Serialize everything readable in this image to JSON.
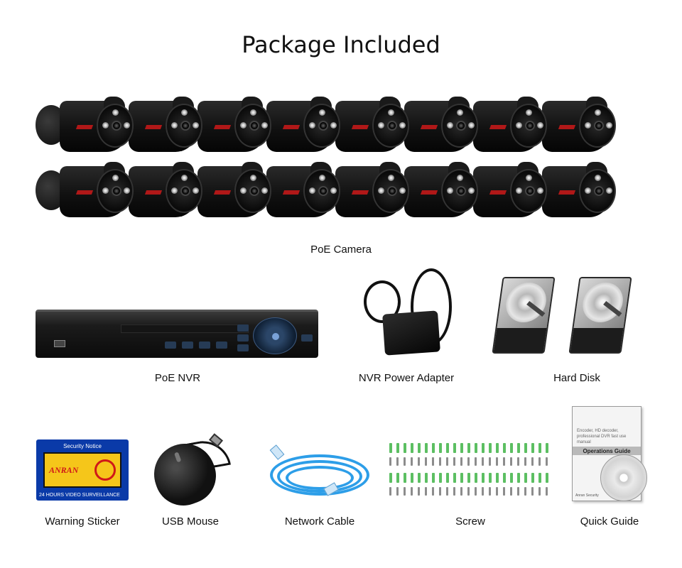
{
  "title": "Package Included",
  "items": {
    "poe_camera": "PoE Camera",
    "poe_nvr": "PoE NVR",
    "nvr_power_adapter": "NVR Power Adapter",
    "hard_disk": "Hard Disk",
    "warning_sticker": "Warning Sticker",
    "usb_mouse": "USB Mouse",
    "network_cable": "Network Cable",
    "screw": "Screw",
    "quick_guide": "Quick Guide"
  },
  "sticker": {
    "notice": "Security Notice",
    "brand": "ANRAN",
    "footer": "24 HOURS VIDEO SURVEILLANCE"
  },
  "guide": {
    "text": "Encoder, HD decoder, professional DVR fast use manual",
    "bar": "Operations Guide",
    "footer": "Anran Security"
  },
  "counts": {
    "cameras": 16
  }
}
